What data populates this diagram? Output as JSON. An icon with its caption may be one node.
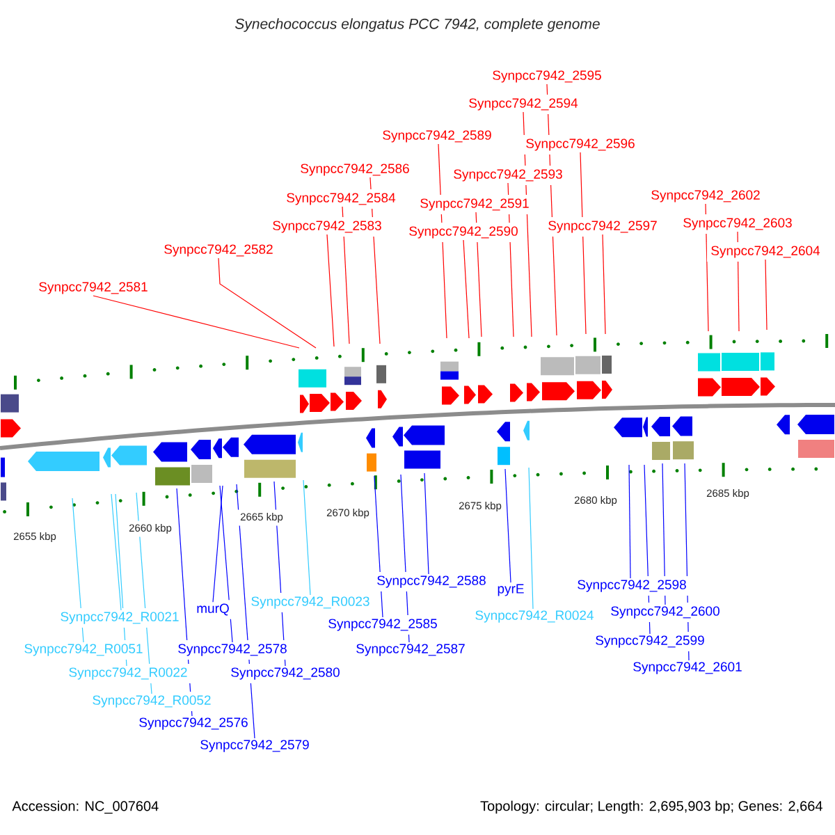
{
  "diagram": {
    "title": "Synechococcus elongatus PCC 7942, complete genome",
    "nodes": [
      {
        "text": [
          "Synpcc7942_2595"
        ]
      },
      {
        "text": [
          "Synpcc7942_2594"
        ]
      },
      {
        "text": [
          "Synpcc7942_2589"
        ]
      },
      {
        "text": [
          "Synpcc7942_2596"
        ]
      },
      {
        "text": [
          "Synpcc7942_2586"
        ]
      },
      {
        "text": [
          "Synpcc7942_2593"
        ]
      },
      {
        "text": [
          "Synpcc7942_2584"
        ]
      },
      {
        "text": [
          "Synpcc7942_2602"
        ]
      },
      {
        "text": [
          "Synpcc7942_2591"
        ]
      },
      {
        "text": [
          "Synpcc7942_2583"
        ]
      },
      {
        "text": [
          "Synpcc7942_2590"
        ]
      },
      {
        "text": [
          "Synpcc7942_2597"
        ]
      },
      {
        "text": [
          "Synpcc7942_2603"
        ]
      },
      {
        "text": [
          "Synpcc7942_2582"
        ]
      },
      {
        "text": [
          "Synpcc7942_2604"
        ]
      },
      {
        "text": [
          "Synpcc7942_2581"
        ]
      },
      {
        "text": [
          "Synpcc7942_2588"
        ]
      },
      {
        "text": [
          "Synpcc7942_2598"
        ]
      },
      {
        "text": [
          "pyrE"
        ]
      },
      {
        "text": [
          "Synpcc7942_R0023"
        ]
      },
      {
        "text": [
          "murQ"
        ]
      },
      {
        "text": [
          "Synpcc7942_2600"
        ]
      },
      {
        "text": [
          "Synpcc7942_R0021"
        ]
      },
      {
        "text": [
          "Synpcc7942_R0024"
        ]
      },
      {
        "text": [
          "Synpcc7942_2585"
        ]
      },
      {
        "text": [
          "Synpcc7942_2599"
        ]
      },
      {
        "text": [
          "Synpcc7942_R0051"
        ]
      },
      {
        "text": [
          "Synpcc7942_2578"
        ]
      },
      {
        "text": [
          "Synpcc7942_2587"
        ]
      },
      {
        "text": [
          "Synpcc7942_2601"
        ]
      },
      {
        "text": [
          "Synpcc7942_R0022"
        ]
      },
      {
        "text": [
          "Synpcc7942_2580"
        ]
      },
      {
        "text": [
          "Synpcc7942_R0052"
        ]
      },
      {
        "text": [
          "Synpcc7942_2576"
        ]
      },
      {
        "text": [
          "Synpcc7942_2579"
        ]
      }
    ],
    "edges": [
      {
        "from": 0,
        "to": null,
        "arrow": "none"
      },
      {
        "from": 1,
        "to": null,
        "arrow": "none"
      },
      {
        "from": 2,
        "to": null,
        "arrow": "none"
      },
      {
        "from": 3,
        "to": null,
        "arrow": "none"
      },
      {
        "from": 4,
        "to": null,
        "arrow": "none"
      },
      {
        "from": 5,
        "to": null,
        "arrow": "none"
      },
      {
        "from": 6,
        "to": null,
        "arrow": "none"
      },
      {
        "from": 7,
        "to": null,
        "arrow": "none"
      },
      {
        "from": 8,
        "to": null,
        "arrow": "none"
      },
      {
        "from": 9,
        "to": null,
        "arrow": "none"
      },
      {
        "from": 10,
        "to": null,
        "arrow": "none"
      },
      {
        "from": 11,
        "to": null,
        "arrow": "none"
      },
      {
        "from": 12,
        "to": null,
        "arrow": "none"
      },
      {
        "from": 13,
        "to": null,
        "arrow": "none"
      },
      {
        "from": 14,
        "to": null,
        "arrow": "none"
      },
      {
        "from": 15,
        "to": null,
        "arrow": "none"
      },
      {
        "from": 16,
        "to": null,
        "arrow": "none",
        "color": "#0000ff"
      },
      {
        "from": 17,
        "to": null,
        "arrow": "none",
        "color": "#0000ff"
      },
      {
        "from": 18,
        "to": null,
        "arrow": "none",
        "color": "#0000ff"
      },
      {
        "from": 19,
        "to": null,
        "arrow": "none",
        "color": "#33ccff"
      },
      {
        "from": 20,
        "to": null,
        "arrow": "none",
        "color": "#0000ff"
      },
      {
        "from": 21,
        "to": null,
        "arrow": "none",
        "color": "#0000ff"
      },
      {
        "from": 22,
        "to": null,
        "arrow": "none",
        "color": "#33ccff"
      },
      {
        "from": 23,
        "to": null,
        "arrow": "none",
        "color": "#33ccff"
      },
      {
        "from": 24,
        "to": null,
        "arrow": "none",
        "color": "#0000ff"
      },
      {
        "from": 25,
        "to": null,
        "arrow": "none",
        "color": "#0000ff"
      },
      {
        "from": 26,
        "to": null,
        "arrow": "none",
        "color": "#33ccff"
      },
      {
        "from": 27,
        "to": null,
        "arrow": "none",
        "color": "#0000ff"
      },
      {
        "from": 28,
        "to": null,
        "arrow": "none",
        "color": "#0000ff"
      },
      {
        "from": 29,
        "to": null,
        "arrow": "none",
        "color": "#0000ff"
      },
      {
        "from": 30,
        "to": null,
        "arrow": "none",
        "color": "#33ccff"
      },
      {
        "from": 31,
        "to": null,
        "arrow": "none",
        "color": "#0000ff"
      },
      {
        "from": 32,
        "to": null,
        "arrow": "none",
        "color": "#33ccff"
      },
      {
        "from": 33,
        "to": null,
        "arrow": "none",
        "color": "#0000ff"
      },
      {
        "from": 34,
        "to": null,
        "arrow": "none",
        "color": "#0000ff"
      }
    ],
    "labels": [
      "2685 kbp",
      "2680 kbp",
      "2675 kbp",
      "2670 kbp",
      "2665 kbp",
      "2660 kbp",
      "2655 kbp",
      "Accession: NC_007604",
      "Topology: circular; Length: 2,695,903 bp; Genes: 2,664"
    ]
  }
}
